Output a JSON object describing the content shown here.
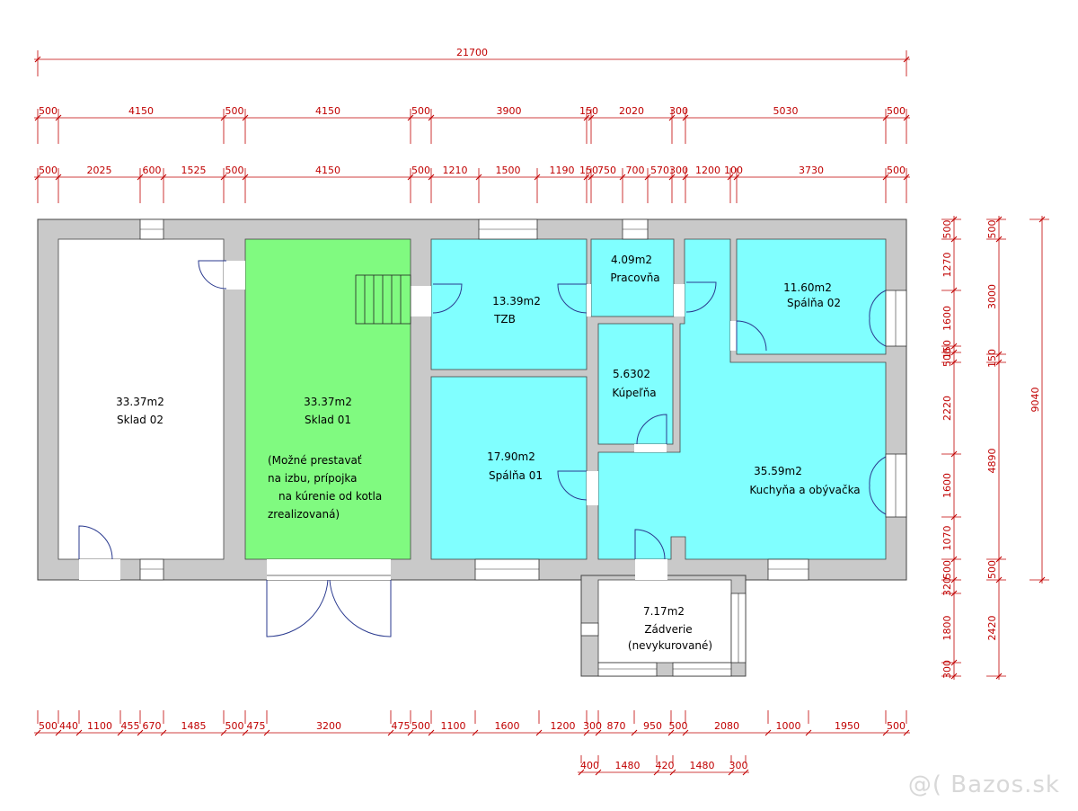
{
  "plan": {
    "total_width": "21700",
    "dims_row1": [
      "500",
      "4150",
      "500",
      "4150",
      "500",
      "3900",
      "150",
      "2020",
      "300",
      "5030",
      "500"
    ],
    "dims_row2": [
      "500",
      "2025",
      "600",
      "1525",
      "500",
      "4150",
      "500",
      "1210",
      "1500",
      "1190",
      "150",
      "750",
      "700",
      "570",
      "300",
      "1200",
      "100",
      "3730",
      "500"
    ],
    "dims_bottom1": [
      "500",
      "440",
      "1100",
      "455",
      "670",
      "1485",
      "500",
      "475",
      "3200",
      "475",
      "500",
      "1100",
      "1600",
      "1200",
      "300",
      "870",
      "950",
      "500",
      "2080",
      "1000",
      "1950",
      "500"
    ],
    "dims_bottom2": [
      "400",
      "1480",
      "420",
      "1480",
      "300"
    ],
    "dims_right1": [
      "500",
      "1270",
      "1600",
      "150",
      "500",
      "2220",
      "1600",
      "1070",
      "500",
      "320",
      "1800",
      "300"
    ],
    "dims_right2": [
      "500",
      "3000",
      "150",
      "4890",
      "500",
      "2420"
    ],
    "dims_right3": [
      "9040"
    ]
  },
  "rooms": [
    {
      "id": "sklad02",
      "area": "33.37m2",
      "name": "Sklad 02",
      "note": []
    },
    {
      "id": "sklad01",
      "area": "33.37m2",
      "name": "Sklad 01",
      "note": [
        "(Možné prestavať",
        "na izbu, prípojka",
        "na kúrenie od kotla",
        "zrealizovaná)"
      ]
    },
    {
      "id": "tzb",
      "area": "13.39m2",
      "name": "TZB",
      "note": []
    },
    {
      "id": "pracovna",
      "area": "4.09m2",
      "name": "Pracovňa",
      "note": []
    },
    {
      "id": "spalna02",
      "area": "11.60m2",
      "name": "Spálňa 02",
      "note": []
    },
    {
      "id": "kupelna",
      "area": "5.6302",
      "name": "Kúpeľňa",
      "note": []
    },
    {
      "id": "spalna01",
      "area": "17.90m2",
      "name": "Spálňa 01",
      "note": []
    },
    {
      "id": "kuchyna",
      "area": "35.59m2",
      "name": "Kuchyňa a obývačka",
      "note": []
    },
    {
      "id": "zadverie",
      "area": "7.17m2",
      "name": "Zádverie",
      "note": [
        "(nevykurované)"
      ]
    }
  ],
  "colors": {
    "green": "#80fa80",
    "cyan": "#80ffff",
    "wall": "#c9c9c9",
    "dim": "#c00000",
    "door": "#2a3a8f"
  },
  "watermark": "@( Bazos.sk"
}
